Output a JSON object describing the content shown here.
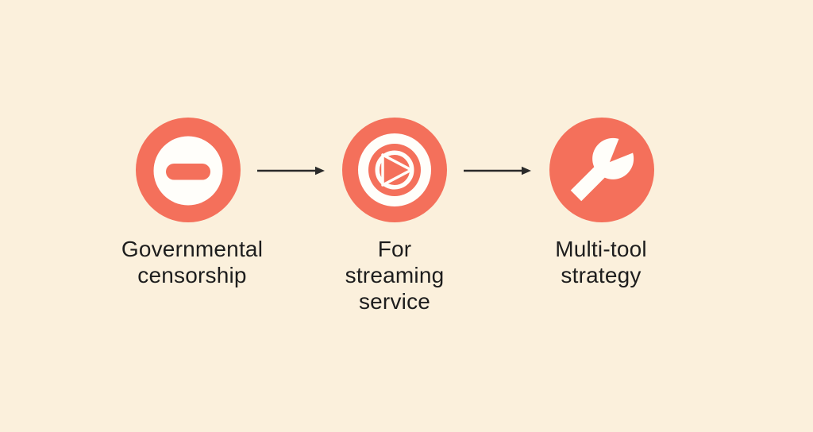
{
  "diagram": {
    "background_color": "#FBF0DC",
    "accent_color": "#F4705B",
    "icon_inner_color": "#FFFEFA",
    "text_color": "#1D1D1D",
    "arrow_color": "#2A2A2A",
    "steps": [
      {
        "id": "step-1",
        "icon": "blocked-icon",
        "label": "Governmental censorship",
        "label_lines": {
          "0": "Governmental",
          "1": "censorship"
        }
      },
      {
        "id": "step-2",
        "icon": "play-icon",
        "label": "For streaming service",
        "label_lines": {
          "0": "For",
          "1": "streaming",
          "2": "service"
        }
      },
      {
        "id": "step-3",
        "icon": "wrench-icon",
        "label": "Multi-tool strategy",
        "label_lines": {
          "0": "Multi-tool",
          "1": "strategy"
        }
      }
    ],
    "arrows": [
      {
        "from": "step-1",
        "to": "step-2"
      },
      {
        "from": "step-2",
        "to": "step-3"
      }
    ]
  }
}
